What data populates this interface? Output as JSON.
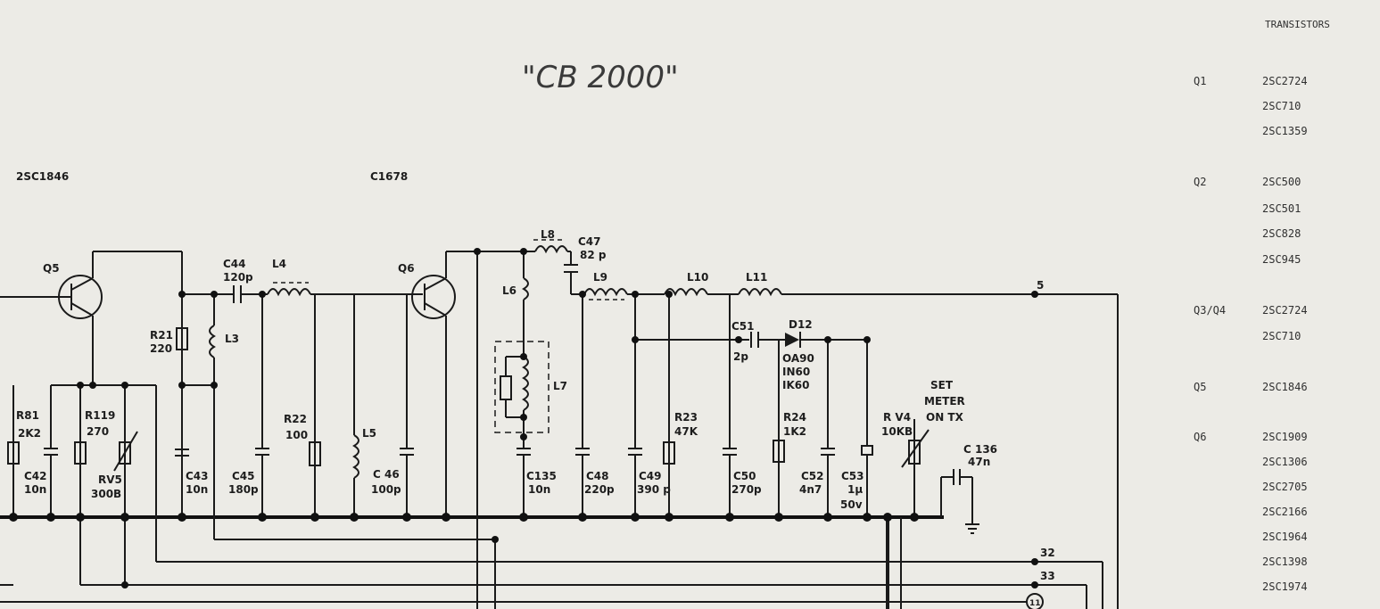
{
  "title": "\"CB 2000\"",
  "header_labels": {
    "q5_part": "2SC1846",
    "q6_part": "C1678"
  },
  "components": {
    "Q5": "Q5",
    "Q6": "Q6",
    "R21": "R21",
    "R21v": "220",
    "L3": "L3",
    "C44": "C44",
    "C44v": "120p",
    "L4": "L4",
    "R81": "R81",
    "R81v": "2K2",
    "R119": "R119",
    "R119v": "270",
    "C42": "C42",
    "C42v": "10n",
    "RV5": "RV5",
    "RV5v": "300B",
    "C43": "C43",
    "C43v": "10n",
    "C45": "C45",
    "C45v": "180p",
    "R22": "R22",
    "R22v": "100",
    "L5": "L5",
    "C46": "C 46",
    "C46v": "100p",
    "L8": "L8",
    "C47": "C47",
    "C47v": "82 p",
    "L6": "L6",
    "L9": "L9",
    "L7": "L7",
    "C135": "C135",
    "C135v": "10n",
    "C48": "C48",
    "C48v": "220p",
    "C49": "C49",
    "C49v": "390 p",
    "L10": "L10",
    "L11": "L11",
    "R23": "R23",
    "R23v": "47K",
    "C51": "C51",
    "C51v": "2p",
    "D12": "D12",
    "D12v1": "OA90",
    "D12v2": "IN60",
    "D12v3": "IK60",
    "C50": "C50",
    "C50v": "270p",
    "R24": "R24",
    "R24v": "1K2",
    "C52": "C52",
    "C52v": "4n7",
    "C53": "C53",
    "C53v": "1µ",
    "C53v2": "50v",
    "RV4": "R V4",
    "RV4v": "10KB",
    "set1": "SET",
    "set2": "METER",
    "set3": "ON TX",
    "C136": "C 136",
    "C136v": "47n"
  },
  "nodes": {
    "n5": "5",
    "n32": "32",
    "n33": "33",
    "n11": "11"
  },
  "transistors": {
    "heading": "TRANSISTORS",
    "groups": [
      {
        "ref": "Q1",
        "parts": [
          "2SC2724",
          "2SC710",
          "2SC1359"
        ]
      },
      {
        "ref": "Q2",
        "parts": [
          "2SC500",
          "2SC501",
          "2SC828",
          "2SC945"
        ]
      },
      {
        "ref": "Q3/Q4",
        "parts": [
          "2SC2724",
          "2SC710"
        ]
      },
      {
        "ref": "Q5",
        "parts": [
          "2SC1846"
        ]
      },
      {
        "ref": "Q6",
        "parts": [
          "2SC1909",
          "2SC1306",
          "2SC2705",
          "2SC2166",
          "2SC1964",
          "2SC1398",
          "2SC1974"
        ]
      }
    ]
  }
}
